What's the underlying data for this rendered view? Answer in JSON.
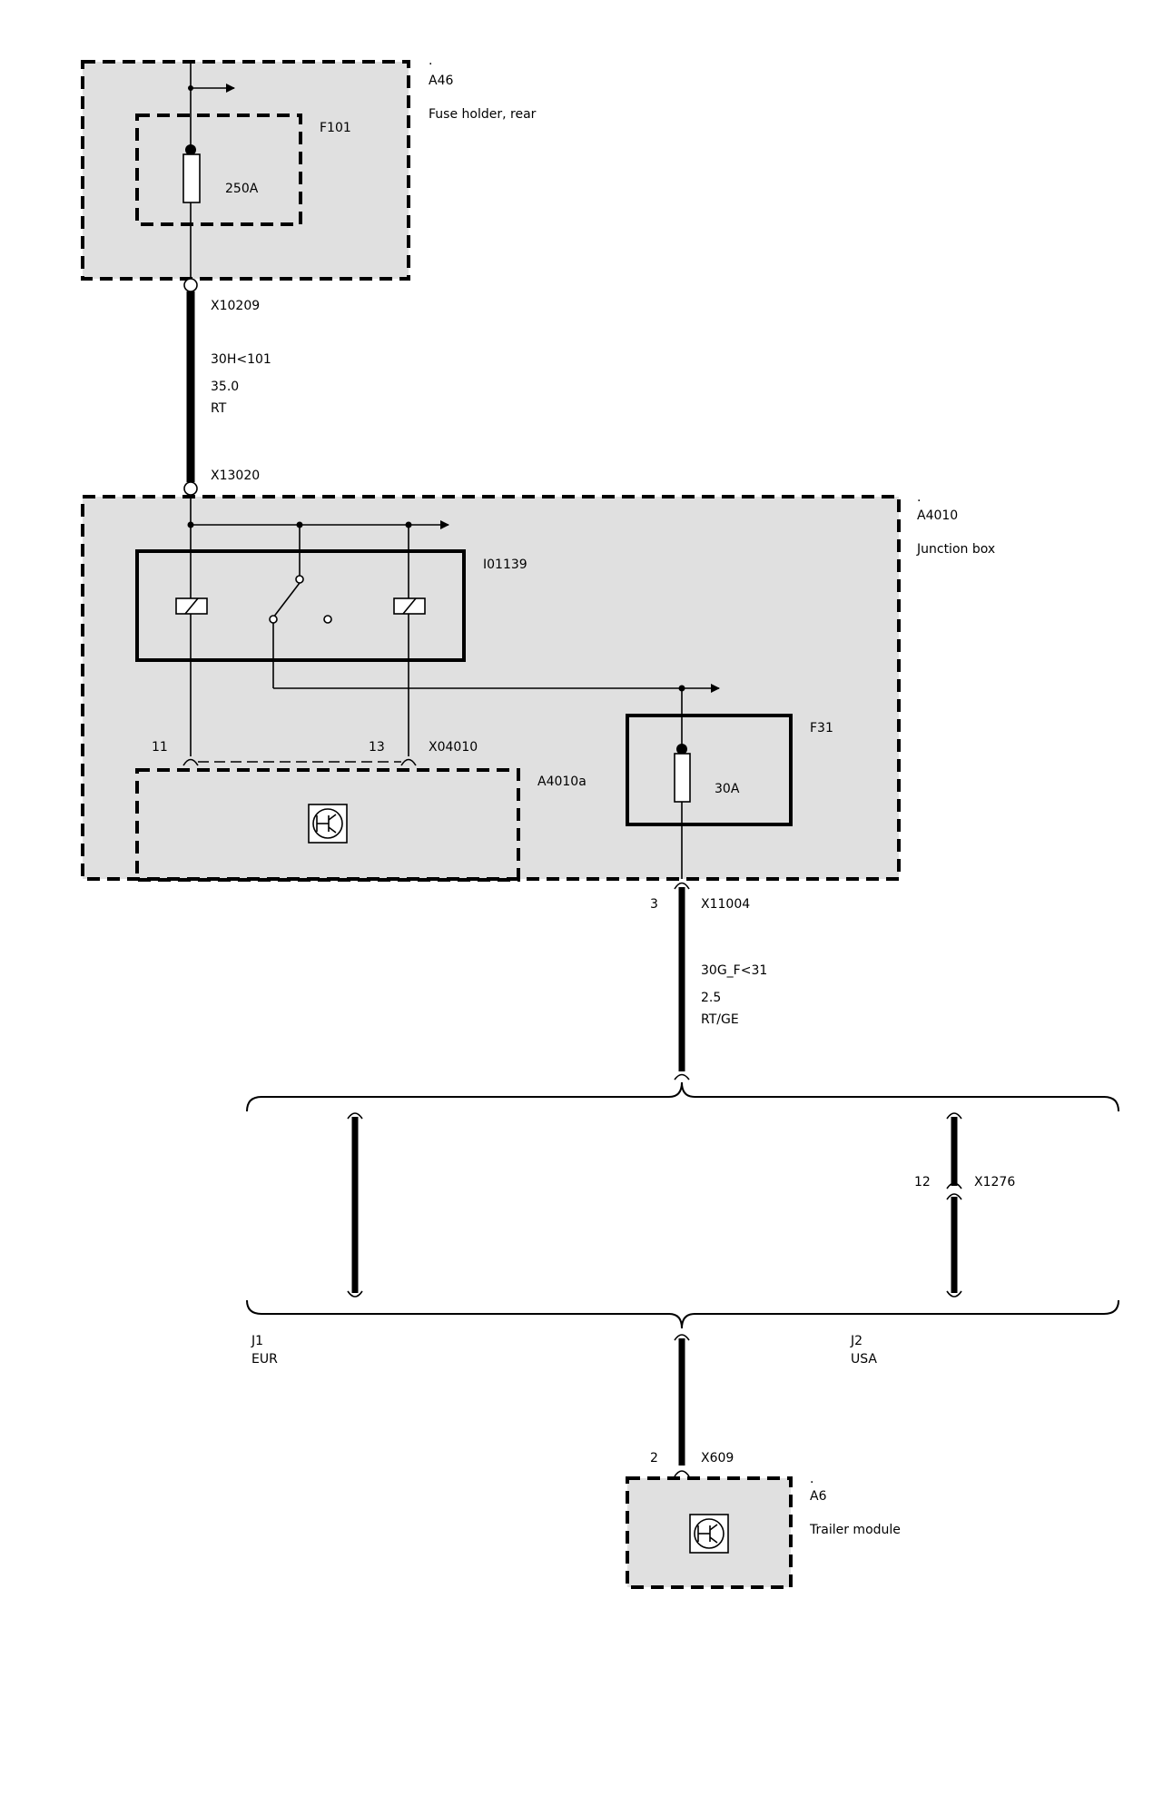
{
  "components": {
    "a46": {
      "dot": ".",
      "id": "A46",
      "desc": "Fuse holder, rear"
    },
    "f101": {
      "id": "F101",
      "rating": "250A"
    },
    "a4010": {
      "dot": ".",
      "id": "A4010",
      "desc": "Junction box"
    },
    "relay": {
      "id": "I01139"
    },
    "f31": {
      "id": "F31",
      "rating": "30A"
    },
    "a4010a": {
      "id": "A4010a"
    },
    "a6": {
      "dot": ".",
      "id": "A6",
      "desc": "Trailer module"
    }
  },
  "connectors": {
    "x10209": "X10209",
    "x13020": "X13020",
    "x04010": {
      "id": "X04010",
      "pin_left": "11",
      "pin_right": "13"
    },
    "x11004": {
      "id": "X11004",
      "pin": "3"
    },
    "x1276": {
      "id": "X1276",
      "pin": "12"
    },
    "x609": {
      "id": "X609",
      "pin": "2"
    }
  },
  "wires": {
    "main": {
      "signal": "30H<101",
      "size": "35.0",
      "color": "RT"
    },
    "fused": {
      "signal": "30G_F<31",
      "size": "2.5",
      "color": "RT/GE"
    }
  },
  "variants": {
    "j1": {
      "id": "J1",
      "region": "EUR"
    },
    "j2": {
      "id": "J2",
      "region": "USA"
    }
  }
}
